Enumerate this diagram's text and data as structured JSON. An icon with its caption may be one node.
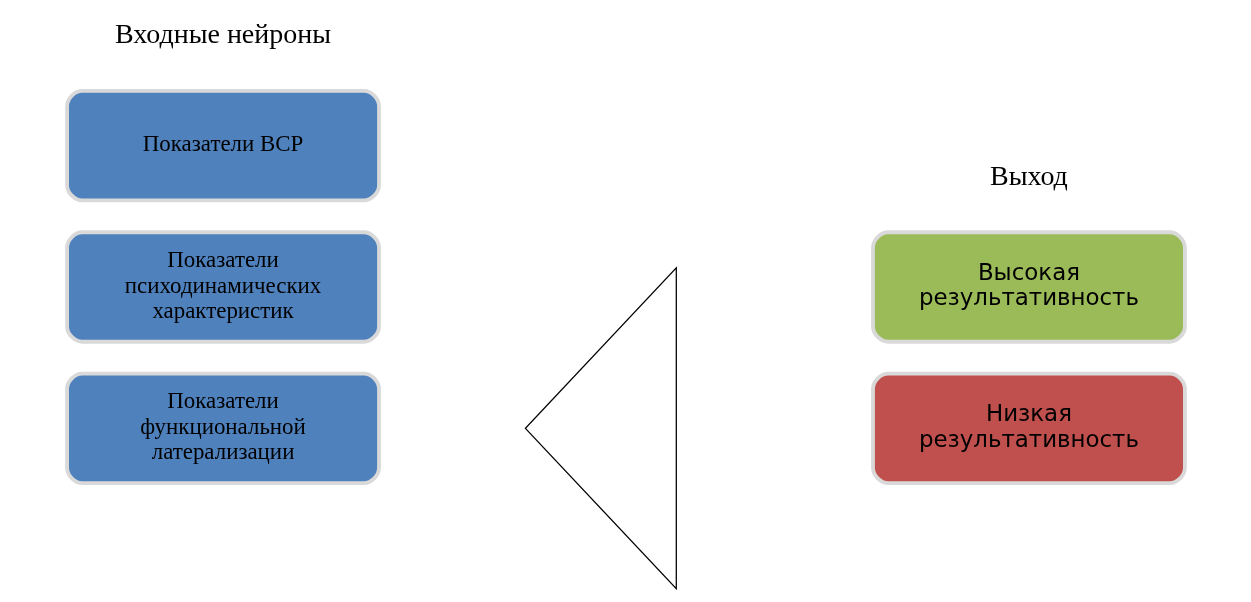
{
  "diagram": {
    "nodes": [
      {
        "text": [
          "Показатели ВСР"
        ]
      },
      {
        "text": [
          "Показатели психодинамических характеристик"
        ]
      },
      {
        "text": [
          "Показатели функциональной латерализации"
        ]
      },
      {
        "text": [],
        "shape": "picture"
      },
      {
        "text": [
          "Высокая результативность"
        ]
      },
      {
        "text": [
          "Низкая результативность"
        ]
      }
    ],
    "edges": [],
    "labels": [
      "Входные нейроны",
      "Выход"
    ]
  }
}
